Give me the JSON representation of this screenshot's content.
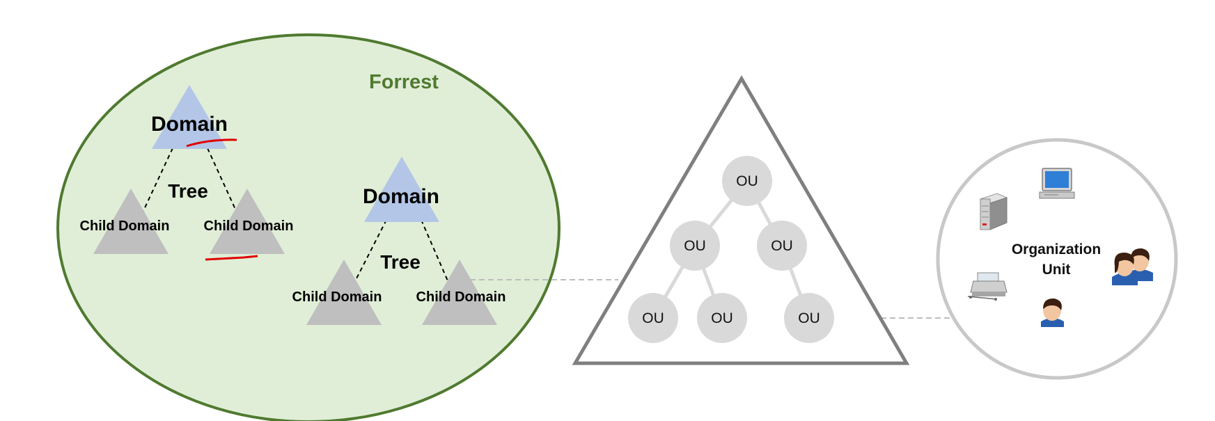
{
  "forest": {
    "title": "Forrest",
    "trees": [
      {
        "domain": "Domain",
        "tree": "Tree",
        "children": [
          "Child Domain",
          "Child Domain"
        ]
      },
      {
        "domain": "Domain",
        "tree": "Tree",
        "children": [
          "Child Domain",
          "Child Domain"
        ]
      }
    ]
  },
  "ou_tree": {
    "nodes": [
      "OU",
      "OU",
      "OU",
      "OU",
      "OU",
      "OU"
    ]
  },
  "org_unit": {
    "label_line1": "Organization",
    "label_line2": "Unit",
    "icons": [
      "server-icon",
      "computer-icon",
      "printer-icon",
      "users-icon",
      "user-icon"
    ]
  },
  "colors": {
    "forest_fill": "#e0eed7",
    "forest_stroke": "#4f7a30",
    "forest_title": "#4f7a30",
    "domain_triangle": "#b3c6e7",
    "child_triangle": "#bfbfbf",
    "ou_circle": "#d9d9d9",
    "annotation": "#e00000"
  }
}
